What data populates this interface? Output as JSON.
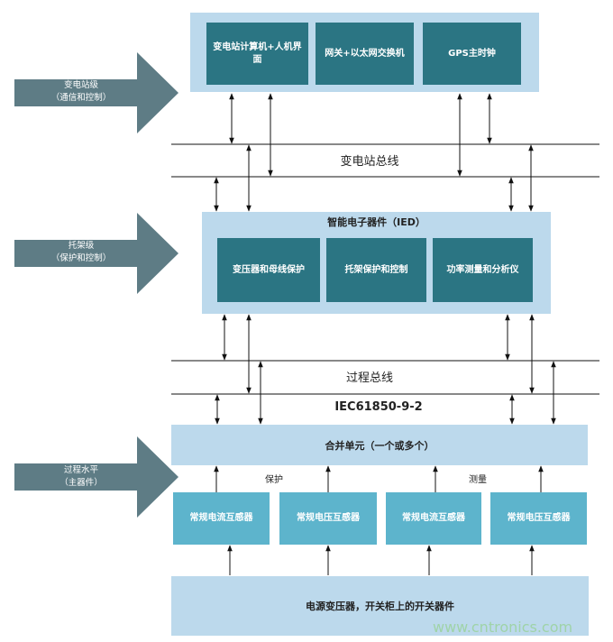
{
  "levels": [
    {
      "title": "变电站级",
      "subtitle": "（通信和控制）"
    },
    {
      "title": "托架级",
      "subtitle": "（保护和控制）"
    },
    {
      "title": "过程水平",
      "subtitle": "（主器件）"
    }
  ],
  "substation": {
    "boxes": [
      "变电站计算机+人机界面",
      "网关+以太网交换机",
      "GPS主时钟"
    ]
  },
  "buses": {
    "station_bus": "变电站总线",
    "process_bus": "过程总线",
    "standard": "IEC61850-9-2"
  },
  "ied": {
    "title": "智能电子器件（IED）",
    "boxes": [
      "变压器和母线保护",
      "托架保护和控制",
      "功率测量和分析仪"
    ]
  },
  "merging_unit": "合并单元（一个或多个）",
  "signal_labels": {
    "protection": "保护",
    "measurement": "测量"
  },
  "sensors": [
    "常规电流互感器",
    "常规电压互感器",
    "常规电流互感器",
    "常规电压互感器"
  ],
  "primary_equipment": "电源变压器，开关柜上的开关器件",
  "watermark": "www.cntronics.com",
  "colors": {
    "panel": "#bcd9ec",
    "dark_box": "#2b7583",
    "sensor_box": "#5db4cc",
    "level_arrow": "#5e7c85"
  }
}
